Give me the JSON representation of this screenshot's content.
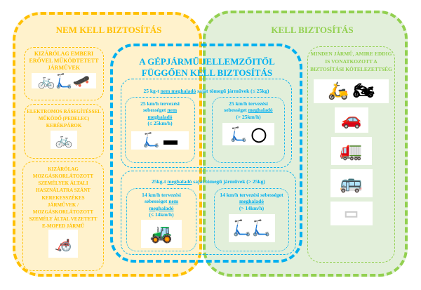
{
  "no_insurance": {
    "title": "NEM KELL BIZTOSÍTÁS",
    "box1": "KIZÁRÓLAG EMBERI ERŐVEL MŰKÖDTETETT JÁRMŰVEK",
    "box2": "ELEKTROMOS RÁSEGÍTÉSSEL MŰKÖDŐ (PEDELEC) KERÉKPÁROK",
    "box3": "KIZÁRÓLAG MOZGÁSKORLÁTOZOTT SZEMÉLYEK ÁLTALI HASZNÁLATRA SZÁNT KEREKESSZÉKES JÁRMŰVEK / MOZGÁSKORLÁTOZOTT SZEMÉLY ÁLTAL VEZETETT E-MOPED JÁRMŰ"
  },
  "insurance": {
    "title": "KELL BIZTOSÍTÁS",
    "box": "MINDEN JÁRMŰ, AMIRE EDDIG IS VONATKOZOTT A BIZTOSÍTÁSI KÖTELEZETTSÉG"
  },
  "depends": {
    "title": "A GÉPJÁRMŰ JELLEMZŐITŐL FÜGGŐEN KELL BIZTOSÍTÁS",
    "light": {
      "pre": "25 kg-t ",
      "u": "nem meghaladó",
      "post": " saját tömegű járművek (≤ 25kg)",
      "left": {
        "l1": "25 km/h tervezési sebességet ",
        "u": "nem meghaladó",
        "l2": "(≤ 25km/h)"
      },
      "right": {
        "l1": "25 km/h tervezési sebességet ",
        "u": "meghaladó",
        "l2": "(> 25km/h)"
      }
    },
    "heavy": {
      "pre": "25kg-t ",
      "u": "meghaladó",
      "post": " saját tömegű járművek (> 25kg)",
      "left": {
        "l1": "14 km/h tervezési sebességet ",
        "u": "nem meghaladó",
        "l2": "(≤ 14km/h)"
      },
      "right": {
        "l1": "14 km/h tervezési sebességet ",
        "u": "meghaladó",
        "l2": "(> 14km/h)"
      }
    }
  }
}
